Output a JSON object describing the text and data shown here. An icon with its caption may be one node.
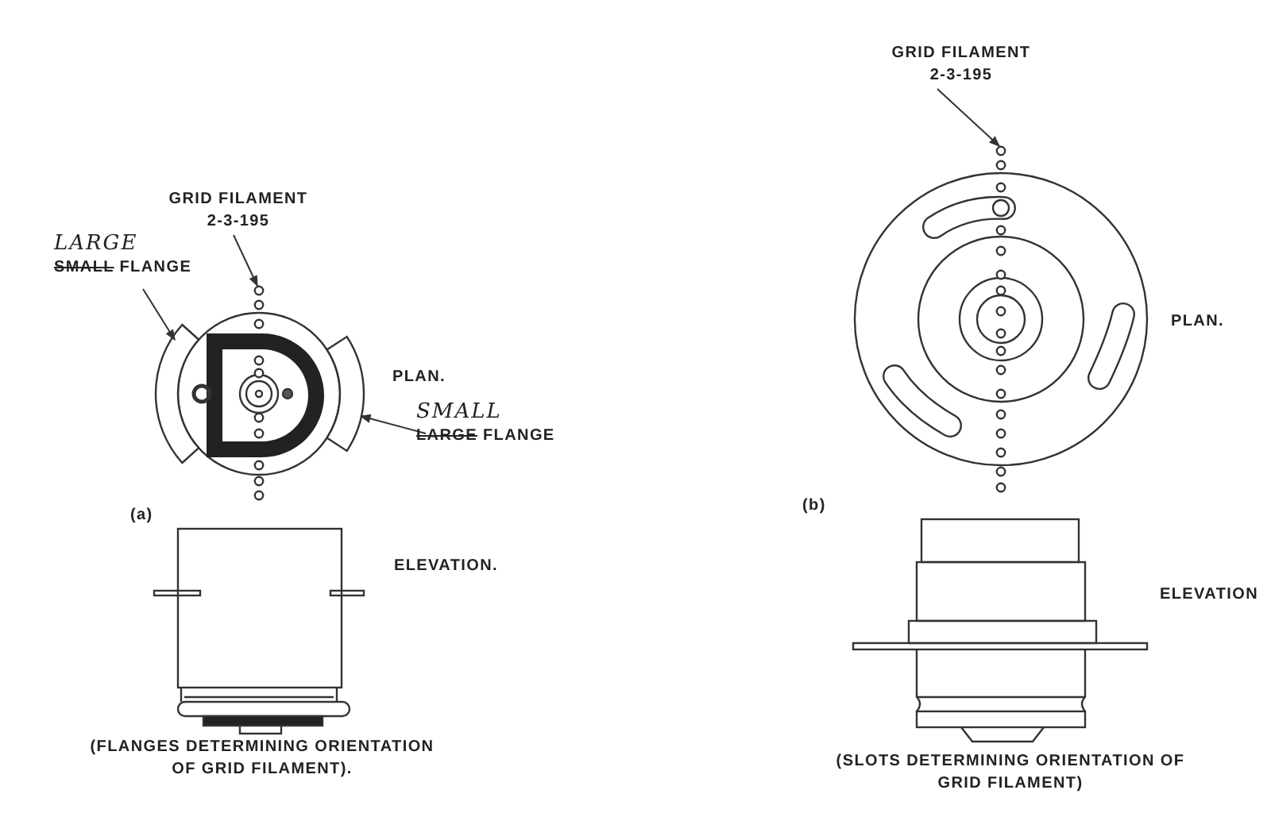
{
  "diagram": {
    "nodes": [
      {
        "text": [
          "GRID FILAMENT 2-3-195"
        ]
      },
      {
        "text": [
          "LARGE",
          "SMALL",
          "FLANGE"
        ]
      },
      {
        "text": [
          "SMALL",
          "LARGE",
          "FLANGE"
        ]
      },
      {
        "text": [],
        "shape": "circle"
      },
      {
        "text": [],
        "shape": "box"
      },
      {
        "text": [],
        "shape": "box"
      },
      {
        "text": [
          "GRID FILAMENT 2-3-195"
        ]
      },
      {
        "text": [],
        "shape": "circle"
      }
    ],
    "edges": [
      {
        "from": 0,
        "to": 3,
        "arrow": "to"
      },
      {
        "from": 1,
        "to": 4,
        "arrow": "to"
      },
      {
        "from": 2,
        "to": 5,
        "arrow": "to"
      },
      {
        "from": 6,
        "to": 7,
        "arrow": "to"
      }
    ],
    "labels": [
      "PLAN.",
      "(a)",
      "ELEVATION.",
      "(FLANGES DETERMINING ORIENTATION OF GRID FILAMENT).",
      "PLAN.",
      "(b)",
      "ELEVATION",
      "(SLOTS DETERMINING ORIENTATION OF GRID FILAMENT)"
    ]
  }
}
